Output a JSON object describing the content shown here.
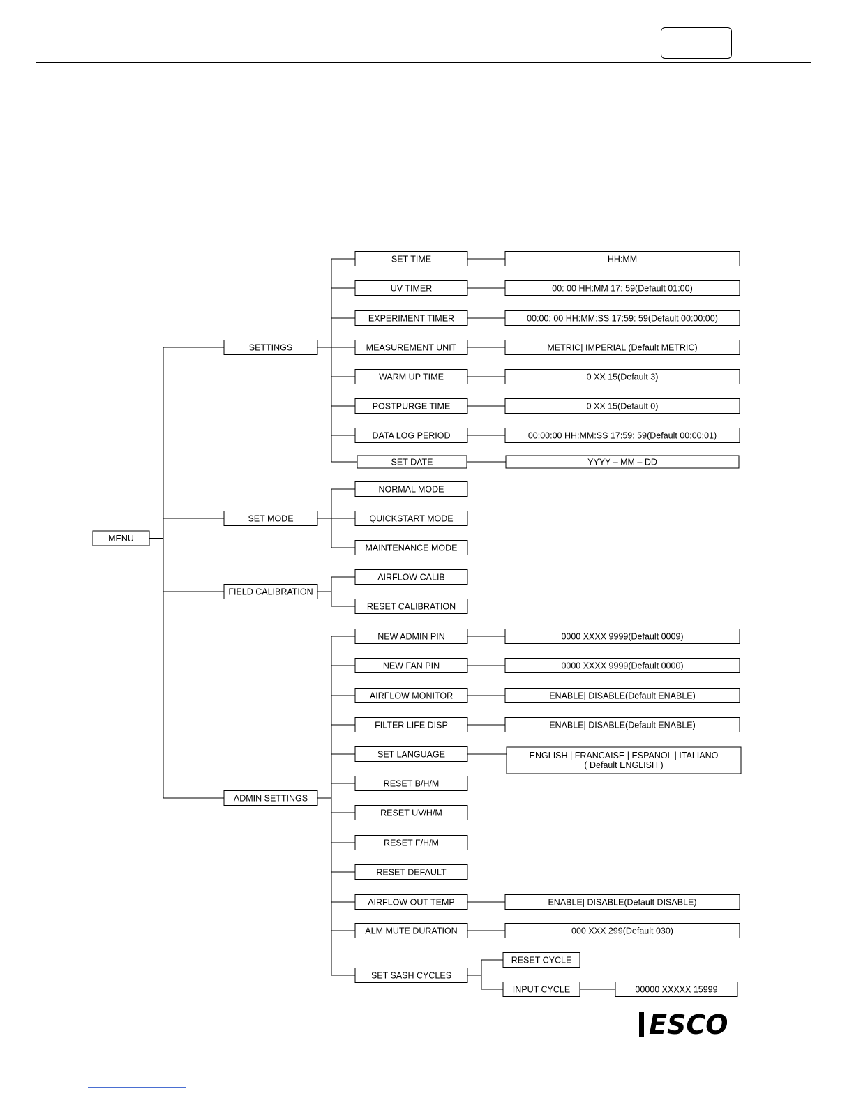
{
  "diagram": {
    "root": "MENU",
    "settings": {
      "label": "SETTINGS",
      "items": [
        {
          "label": "SET TIME",
          "value": "HH:MM"
        },
        {
          "label": "UV TIMER",
          "value": "00: 00   HH:MM   17: 59(Default 01:00)"
        },
        {
          "label": "EXPERIMENT TIMER",
          "value": "00:00: 00   HH:MM:SS   17:59: 59(Default 00:00:00)"
        },
        {
          "label": "MEASUREMENT UNIT",
          "value": "METRIC| IMPERIAL (Default METRIC)"
        },
        {
          "label": "WARM UP TIME",
          "value": "0    XX   15(Default 3)"
        },
        {
          "label": "POSTPURGE TIME",
          "value": "0    XX   15(Default 0)"
        },
        {
          "label": "DATA LOG PERIOD",
          "value": "00:00:00   HH:MM:SS   17:59: 59(Default 00:00:01)"
        },
        {
          "label": "SET DATE",
          "value": "YYYY – MM – DD"
        }
      ]
    },
    "set_mode": {
      "label": "SET MODE",
      "items": [
        "NORMAL MODE",
        "QUICKSTART MODE",
        "MAINTENANCE MODE"
      ]
    },
    "field_calibration": {
      "label": "FIELD CALIBRATION",
      "items": [
        "AIRFLOW CALIB",
        "RESET CALIBRATION"
      ]
    },
    "admin_settings": {
      "label": "ADMIN SETTINGS",
      "items": [
        {
          "label": "NEW ADMIN PIN",
          "value": "0000   XXXX   9999(Default 0009)"
        },
        {
          "label": "NEW FAN PIN",
          "value": "0000   XXXX   9999(Default 0000)"
        },
        {
          "label": "AIRFLOW MONITOR",
          "value": "ENABLE|  DISABLE(Default ENABLE)"
        },
        {
          "label": "FILTER LIFE DISP",
          "value": "ENABLE|  DISABLE(Default ENABLE)"
        },
        {
          "label": "SET LANGUAGE",
          "value": "ENGLISH |  FRANCAISE |  ESPANOL |   ITALIANO",
          "value2": "( Default ENGLISH )"
        },
        {
          "label": "RESET B/H/M",
          "value": ""
        },
        {
          "label": "RESET UV/H/M",
          "value": ""
        },
        {
          "label": "RESET  F/H/M",
          "value": ""
        },
        {
          "label": "RESET DEFAULT",
          "value": ""
        },
        {
          "label": "AIRFLOW OUT TEMP",
          "value": "ENABLE|  DISABLE(Default DISABLE)"
        },
        {
          "label": "ALM MUTE DURATION",
          "value": "000    XXX   299(Default 030)"
        }
      ],
      "sash": {
        "label": "SET SASH CYCLES",
        "reset": "RESET CYCLE",
        "input": "INPUT CYCLE",
        "input_value": "00000    XXXXX   15999"
      }
    }
  },
  "footer": {
    "logo_text": "ESCO"
  }
}
